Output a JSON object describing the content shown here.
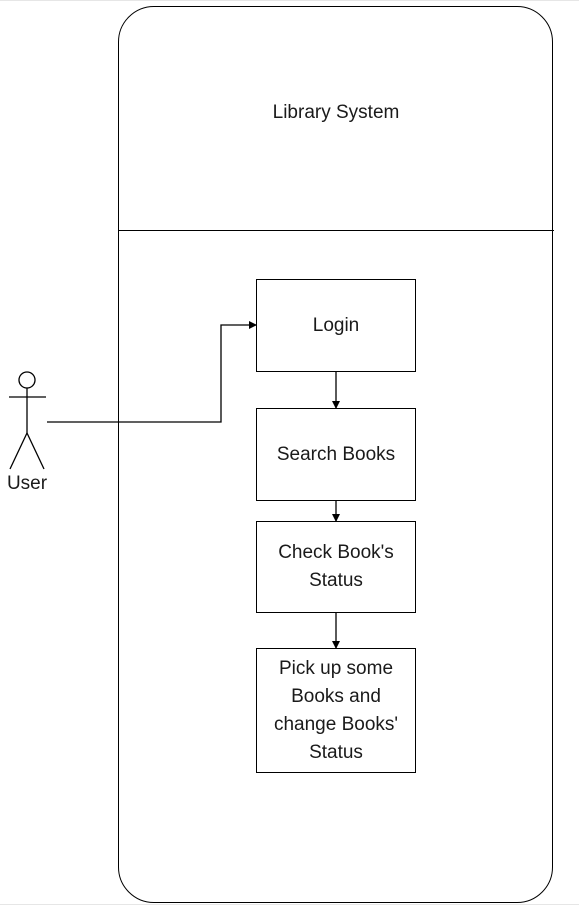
{
  "system": {
    "title": "Library System"
  },
  "actor": {
    "label": "User"
  },
  "steps": [
    {
      "label": "Login"
    },
    {
      "label": "Search Books"
    },
    {
      "label": "Check Book's Status"
    },
    {
      "label": "Pick up some Books and change Books' Status"
    }
  ],
  "colors": {
    "stroke": "#000000",
    "text": "#1a1a1a",
    "background": "#ffffff"
  }
}
